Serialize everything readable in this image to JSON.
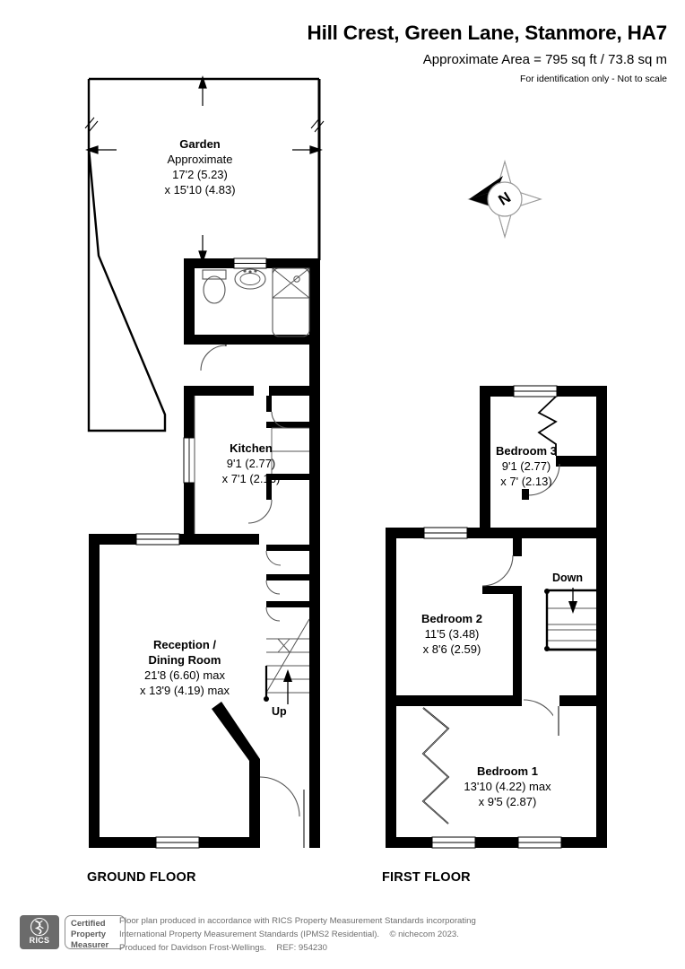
{
  "header": {
    "title": "Hill Crest, Green Lane, Stanmore, HA7",
    "area": "Approximate Area = 795 sq ft / 73.8 sq m",
    "notice": "For identification only - Not to scale"
  },
  "compass": {
    "label": "N",
    "name": "compass-rose"
  },
  "floors": [
    {
      "id": "ground",
      "label": "GROUND FLOOR",
      "rooms": [
        {
          "id": "garden",
          "name": "Garden",
          "sub": "Approximate",
          "dim1": "17'2 (5.23)",
          "dim2": "x 15'10 (4.83)"
        },
        {
          "id": "kitchen",
          "name": "Kitchen",
          "dim1": "9'1 (2.77)",
          "dim2": "x 7'1 (2.16)"
        },
        {
          "id": "reception",
          "name": "Reception /",
          "name2": "Dining Room",
          "dim1": "21'8 (6.60) max",
          "dim2": "x 13'9 (4.19) max"
        }
      ],
      "stair_label": "Up"
    },
    {
      "id": "first",
      "label": "FIRST FLOOR",
      "rooms": [
        {
          "id": "bedroom3",
          "name": "Bedroom 3",
          "dim1": "9'1 (2.77)",
          "dim2": "x 7' (2.13)"
        },
        {
          "id": "bedroom2",
          "name": "Bedroom 2",
          "dim1": "11'5 (3.48)",
          "dim2": "x 8'6 (2.59)"
        },
        {
          "id": "bedroom1",
          "name": "Bedroom 1",
          "dim1": "13'10 (4.22) max",
          "dim2": "x 9'5 (2.87)"
        }
      ],
      "stair_label": "Down"
    }
  ],
  "footer": {
    "logo_word": "RICS",
    "cert_line1": "Certified",
    "cert_line2": "Property",
    "cert_line3": "Measurer",
    "disclaimer_line1": "Floor plan produced in accordance with RICS Property Measurement Standards incorporating",
    "disclaimer_line2a": "International Property Measurement Standards (IPMS2 Residential).",
    "disclaimer_line2b": "© nichecom 2023.",
    "disclaimer_line3a": "Produced for Davidson Frost-Wellings.",
    "disclaimer_line3b": "REF:  954230"
  },
  "colors": {
    "wall": "#000000",
    "fixture": "#555555",
    "paper": "#ffffff",
    "footer_text": "#6e6e6e"
  }
}
